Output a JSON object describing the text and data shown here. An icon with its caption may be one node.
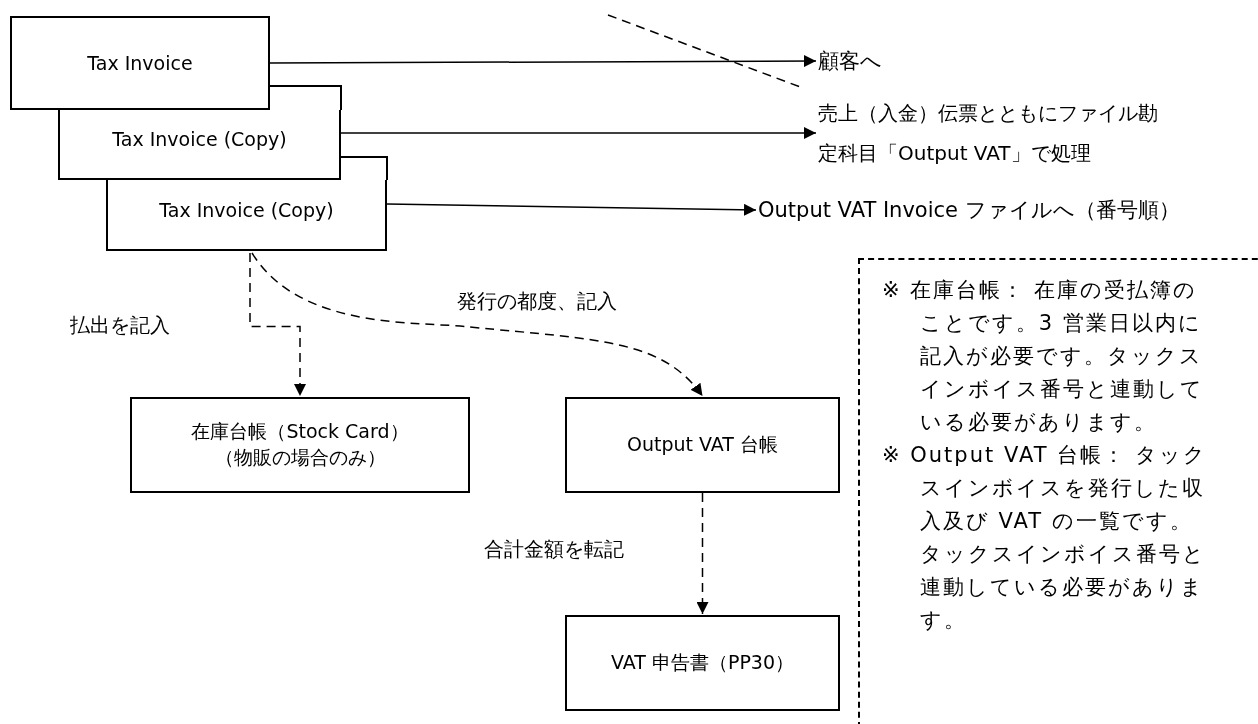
{
  "diagram": {
    "nodes": [
      {
        "text": [
          "Tax Invoice"
        ]
      },
      {
        "text": [
          "Tax Invoice (Copy)"
        ]
      },
      {
        "text": [
          "Tax Invoice (Copy)"
        ]
      },
      {
        "text": [
          "顧客へ"
        ]
      },
      {
        "text": [
          "売上（入金）伝票とともにファイル勘定科目「Output VAT」で処理"
        ]
      },
      {
        "text": [
          "Output VAT Invoice ファイルへ（番号順）"
        ]
      },
      {
        "text": [
          "在庫台帳（Stock Card）（物販の場合のみ）"
        ]
      },
      {
        "text": [
          "Output VAT 台帳"
        ]
      },
      {
        "text": [
          "VAT 申告書（PP30）"
        ]
      },
      {
        "text": [
          "※ 在庫台帳： 在庫の受払簿のことです。3 営業日以内に記入が必要です。タックスインボイス番号と連動している必要があります。",
          "※ Output VAT 台帳： タックスインボイスを発行した収入及び VAT の一覧です。タックスインボイス番号と連動している必要があります。"
        ]
      }
    ],
    "edges": [
      {
        "from": 0,
        "to": 3,
        "arrow": "to"
      },
      {
        "from": 1,
        "to": 4,
        "arrow": "to"
      },
      {
        "from": 2,
        "to": 5,
        "arrow": "to"
      },
      {
        "from": 2,
        "to": 6,
        "arrow": "to",
        "style": "dashed",
        "label": "払出を記入"
      },
      {
        "from": 2,
        "to": 7,
        "arrow": "to",
        "style": "dashed",
        "label": "発行の都度、記入"
      },
      {
        "from": 7,
        "to": 8,
        "arrow": "to",
        "style": "dashed",
        "label": "合計金額を転記"
      }
    ]
  }
}
